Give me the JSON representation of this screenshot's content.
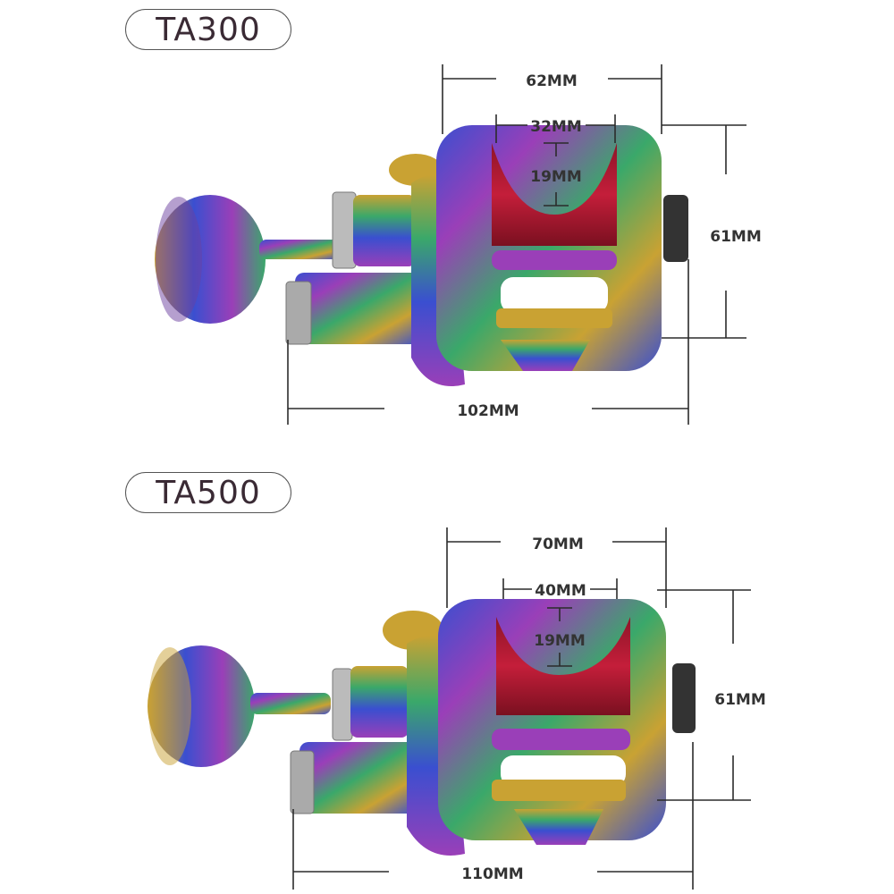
{
  "models": [
    {
      "name": "TA300",
      "dims": {
        "width": "62MM",
        "spool_width": "32MM",
        "spool_depth": "19MM",
        "height": "61MM",
        "length": "102MM"
      }
    },
    {
      "name": "TA500",
      "dims": {
        "width": "70MM",
        "spool_width": "40MM",
        "spool_depth": "19MM",
        "height": "61MM",
        "length": "110MM"
      }
    }
  ],
  "colors": {
    "spool": "#c41e3a",
    "frame_blue": "#3a4fd0",
    "frame_gold": "#c9a233",
    "frame_purple": "#9a3fb8",
    "frame_green": "#3aa86a"
  }
}
